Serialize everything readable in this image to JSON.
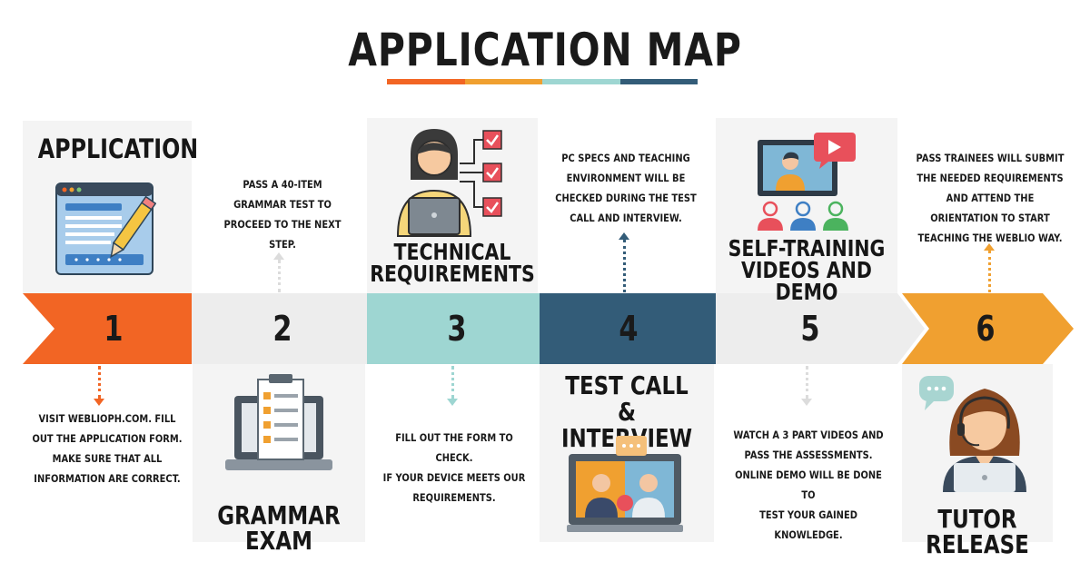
{
  "title": "APPLICATION MAP",
  "colors": {
    "orange": "#F26524",
    "amber": "#F0A030",
    "teal": "#9ED6D2",
    "navy": "#335C78",
    "light_gray": "#EDEDED",
    "card_bg": "#F4F4F4"
  },
  "steps": [
    {
      "number": "1",
      "heading": "APPLICATION",
      "description": "VISIT WEBLIOPH.COM. FILL  OUT THE APPLICATION FORM. MAKE SURE THAT ALL INFORMATION ARE CORRECT.",
      "icon": "web-form-pencil-icon"
    },
    {
      "number": "2",
      "heading": "GRAMMAR EXAM",
      "description": "PASS A 40-ITEM GRAMMAR TEST TO PROCEED TO THE NEXT STEP.",
      "icon": "checklist-laptop-icon"
    },
    {
      "number": "3",
      "heading_lines": [
        "TECHNICAL",
        "REQUIREMENTS"
      ],
      "description_lines": [
        "FILL OUT THE FORM TO CHECK.",
        "IF YOUR DEVICE MEETS OUR",
        "REQUIREMENTS."
      ],
      "icon": "person-laptop-checklist-icon"
    },
    {
      "number": "4",
      "heading_lines": [
        "TEST CALL &",
        "INTERVIEW"
      ],
      "description": "PC SPECS AND TEACHING ENVIRONMENT WILL BE CHECKED DURING THE  TEST CALL AND INTERVIEW.",
      "icon": "video-call-icon"
    },
    {
      "number": "5",
      "heading_lines": [
        "SELF-TRAINING",
        "VIDEOS AND DEMO"
      ],
      "description_lines": [
        "WATCH A 3 PART VIDEOS AND",
        "PASS THE ASSESSMENTS.",
        "ONLINE DEMO WILL BE DONE  TO",
        "TEST YOUR GAINED",
        "KNOWLEDGE."
      ],
      "icon": "video-training-audience-icon"
    },
    {
      "number": "6",
      "heading": "TUTOR RELEASE",
      "description": "PASS TRAINEES WILL SUBMIT THE NEEDED REQUIREMENTS AND ATTEND THE ORIENTATION TO START TEACHING THE WEBLIO WAY.",
      "icon": "headset-tutor-icon"
    }
  ]
}
